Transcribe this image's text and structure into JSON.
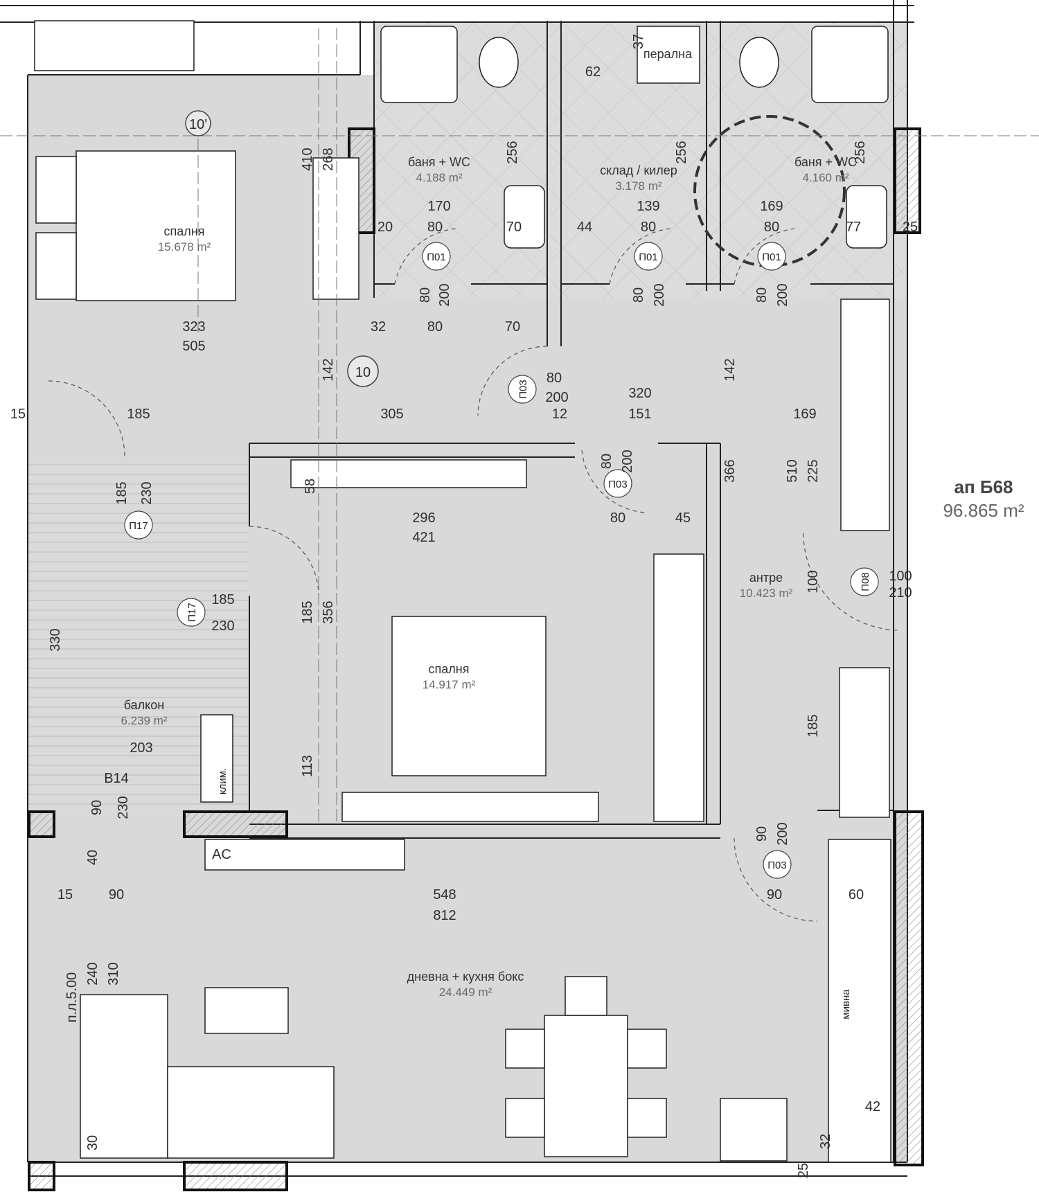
{
  "apartment": {
    "name": "ап Б68",
    "area": "96.865 m²"
  },
  "rooms": {
    "bedroom1": {
      "name": "спалня",
      "area": "15.678 m²"
    },
    "bath1": {
      "name": "баня + WC",
      "area": "4.188 m²"
    },
    "storage": {
      "name": "склад / килер",
      "area": "3.178 m²"
    },
    "bath2": {
      "name": "баня + WC",
      "area": "4.160 m²"
    },
    "laundry": {
      "name": "перална"
    },
    "bedroom2": {
      "name": "спалня",
      "area": "14.917 m²"
    },
    "hall": {
      "name": "антре",
      "area": "10.423 m²"
    },
    "balcony": {
      "name": "балкон",
      "area": "6.239 m²"
    },
    "living": {
      "name": "дневна + кухня бокс",
      "area": "24.449 m²"
    }
  },
  "labels": {
    "ac": "AC",
    "klim": "клим.",
    "sink": "мивна",
    "floor": "п.л.5.00",
    "axis_10": "10",
    "axis_10p": "10'"
  },
  "door_tags": {
    "p01": "П01",
    "p03": "П03",
    "p08": "П08",
    "p17": "П17",
    "b14": "B14"
  },
  "dimensions": {
    "d323": "323",
    "d505": "505",
    "d32": "32",
    "d80": "80",
    "d70": "70",
    "d185": "185",
    "d305": "305",
    "d320": "320",
    "d151": "151",
    "d169": "169",
    "d12": "12",
    "d15": "15",
    "d296": "296",
    "d421": "421",
    "d45": "45",
    "d230": "230",
    "d356": "356",
    "d113": "113",
    "d330": "330",
    "d203": "203",
    "d90": "90",
    "d548": "548",
    "d812": "812",
    "d60": "60",
    "d42": "42",
    "d30": "30",
    "d240": "240",
    "d310": "310",
    "d25": "25",
    "d40": "40",
    "d170": "170",
    "d139": "139",
    "d62": "62",
    "d256": "256",
    "d410": "410",
    "d268": "268",
    "d142": "142",
    "d366": "366",
    "d510": "510",
    "d225": "225",
    "d100": "100",
    "d210": "210",
    "d200": "200",
    "d20": "20",
    "d44": "44",
    "d77": "77",
    "d58": "58",
    "d37": "37"
  }
}
